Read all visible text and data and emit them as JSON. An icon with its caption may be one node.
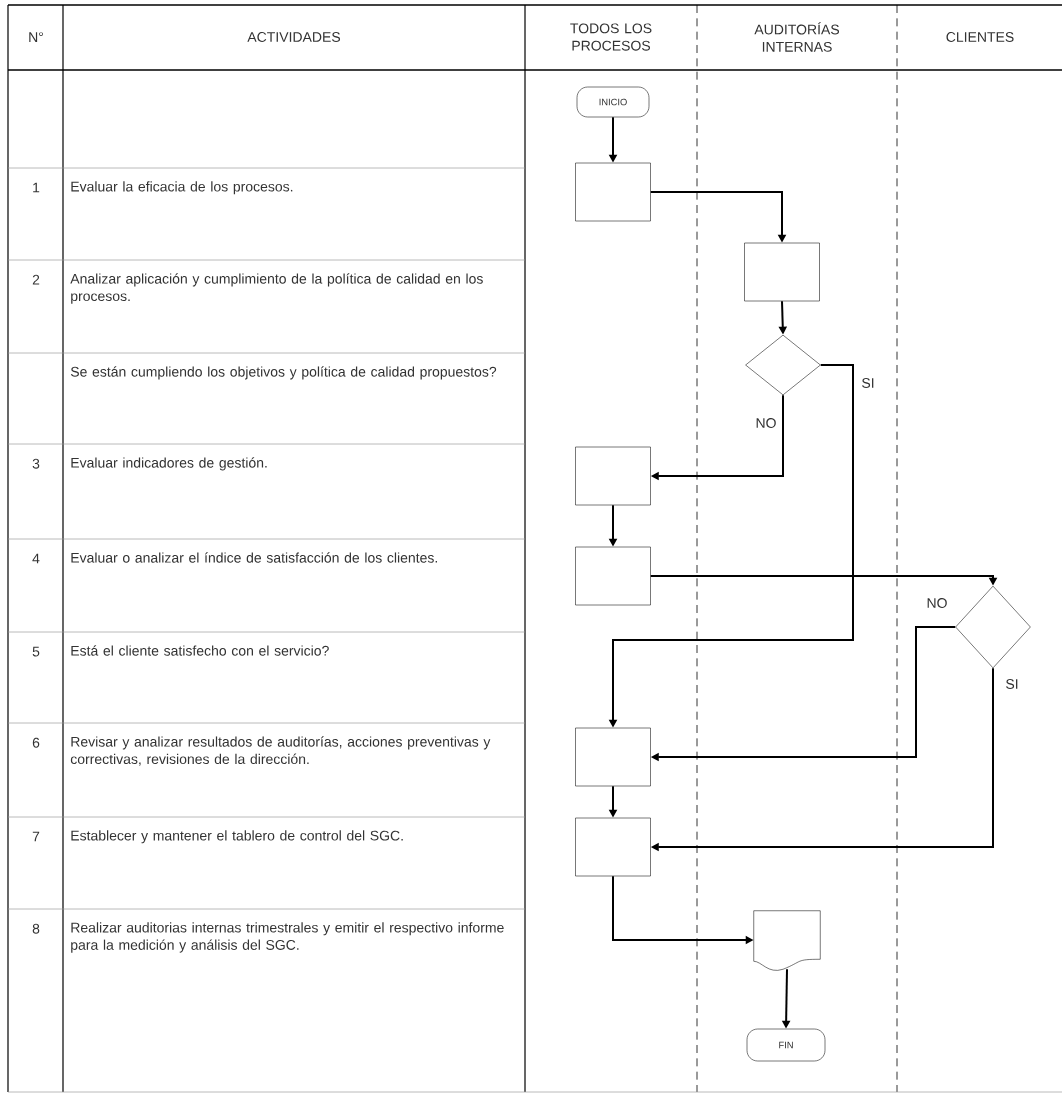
{
  "diagram": {
    "nodes": [
      {
        "text": [
          "INICIO"
        ]
      },
      {
        "text": [],
        "shape": "box"
      },
      {
        "text": [],
        "shape": "box"
      },
      {
        "text": [],
        "shape": "diamond"
      },
      {
        "text": [],
        "shape": "box"
      },
      {
        "text": [],
        "shape": "box"
      },
      {
        "text": [],
        "shape": "diamond"
      },
      {
        "text": [],
        "shape": "box"
      },
      {
        "text": [],
        "shape": "box"
      },
      {
        "text": [],
        "shape": "document"
      },
      {
        "text": [
          "FIN"
        ]
      }
    ],
    "edges": [
      {
        "from": 0,
        "to": 1,
        "arrow": "to"
      },
      {
        "from": 1,
        "to": 2,
        "arrow": "to"
      },
      {
        "from": 2,
        "to": 3,
        "arrow": "to"
      },
      {
        "from": 3,
        "to": 4,
        "arrow": "to",
        "label": "NO"
      },
      {
        "from": 3,
        "to": 7,
        "arrow": "to",
        "label": "SI"
      },
      {
        "from": 4,
        "to": 5,
        "arrow": "to"
      },
      {
        "from": 5,
        "to": 6,
        "arrow": "to"
      },
      {
        "from": 6,
        "to": 7,
        "arrow": "to",
        "label": "NO"
      },
      {
        "from": 6,
        "to": 8,
        "arrow": "to",
        "label": "SI"
      },
      {
        "from": 7,
        "to": 8,
        "arrow": "to"
      },
      {
        "from": 8,
        "to": 9,
        "arrow": "to"
      },
      {
        "from": 9,
        "to": 10,
        "arrow": "to"
      }
    ],
    "labels": [
      "N°",
      "ACTIVIDADES",
      "TODOS LOS PROCESOS",
      "AUDITORÍAS INTERNAS",
      "CLIENTES",
      "1",
      "Evaluar la eficacia de los procesos.",
      "2",
      "Analizar aplicación y cumplimiento de la política de calidad en los procesos.",
      "Se están cumpliendo los objetivos y política de calidad propuestos?",
      "3",
      "Evaluar indicadores de gestión.",
      "4",
      "Evaluar o analizar el índice de satisfacción de los clientes.",
      "5",
      "Está el cliente satisfecho con el servicio?",
      "6",
      "Revisar y analizar resultados de auditorías, acciones preventivas y correctivas, revisiones de la dirección.",
      "7",
      "Establecer y mantener el tablero de control del SGC.",
      "8",
      "Realizar auditorias internas trimestrales y emitir el respectivo informe para la medición y análisis del SGC."
    ]
  }
}
